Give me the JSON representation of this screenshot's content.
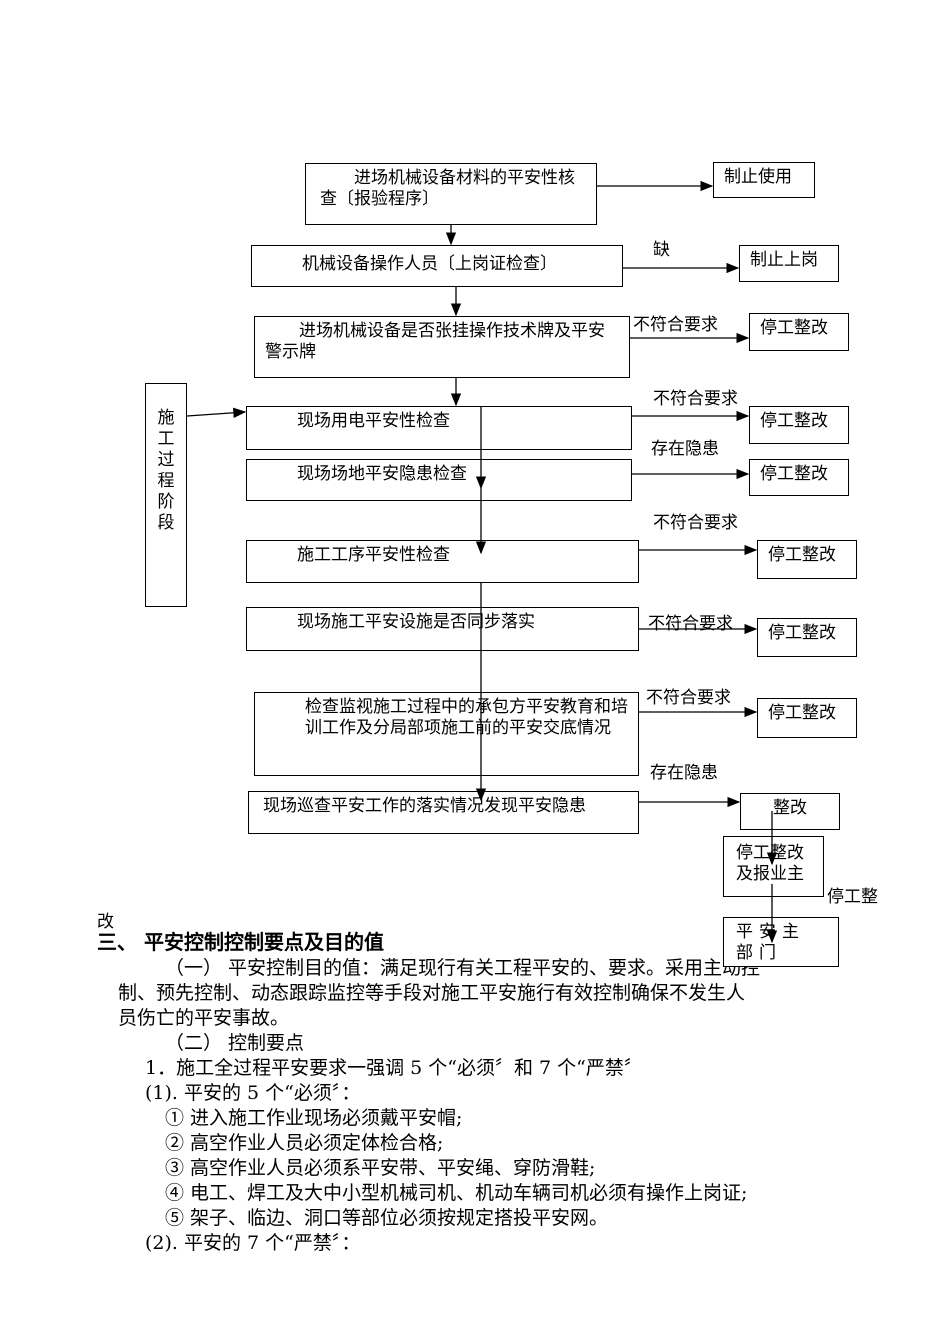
{
  "flow": {
    "steps": [
      "进场机械设备材料的平安性核查〔报验程序〕",
      "机械设备操作人员〔上岗证检查〕",
      "进场机械设备是否张挂操作技术牌及平安警示牌",
      "现场用电平安性检查",
      "现场场地平安隐患检查",
      "施工工序平安性检查",
      "现场施工平安设施是否同步落实",
      "检查监视施工过程中的承包方平安教育和培训工作及分局部项施工前的平安交底情况",
      "现场巡查平安工作的落实情况发现平安隐患"
    ],
    "results": [
      "制止使用",
      "制止上岗",
      "停工整改",
      "停工整改",
      "停工整改",
      "停工整改",
      "停工整改",
      "停工整改",
      "整改"
    ],
    "labels": [
      "缺",
      "不符合要求",
      "不符合要求",
      "存在隐患",
      "不符合要求",
      "不符合要求",
      "不符合要求",
      "存在隐患"
    ],
    "stage": "施工过程阶段",
    "stop_report": "停工整改及报业主",
    "stop_partial": "停工整",
    "stop_tail": "改",
    "dept": "平安主部门"
  },
  "body": {
    "heading": "三、  平安控制控制要点及目的值",
    "p1": "（一）  平安控制目的值：满足现行有关工程平安的、要求。采用主动控",
    "p1b": "制、预先控制、动态跟踪监控等手段对施工平安施行有效控制确保不发生人",
    "p1c": "员伤亡的平安事故。",
    "p2": "（二）  控制要点",
    "p3": "1．施工全过程平安要求一强调 5 个“必须〞和 7 个“严禁〞",
    "p4": "(1).  平安的 5 个“必须〞：",
    "items": [
      "① 进入施工作业现场必须戴平安帽;",
      "② 高空作业人员必须定体检合格;",
      "③ 高空作业人员必须系平安带、平安绳、穿防滑鞋;",
      "④ 电工、焊工及大中小型机械司机、机动车辆司机必须有操作上岗证;",
      "⑤ 架子、临边、洞口等部位必须按规定搭投平安网。"
    ],
    "p5": "(2).  平安的 7 个“严禁〞："
  }
}
